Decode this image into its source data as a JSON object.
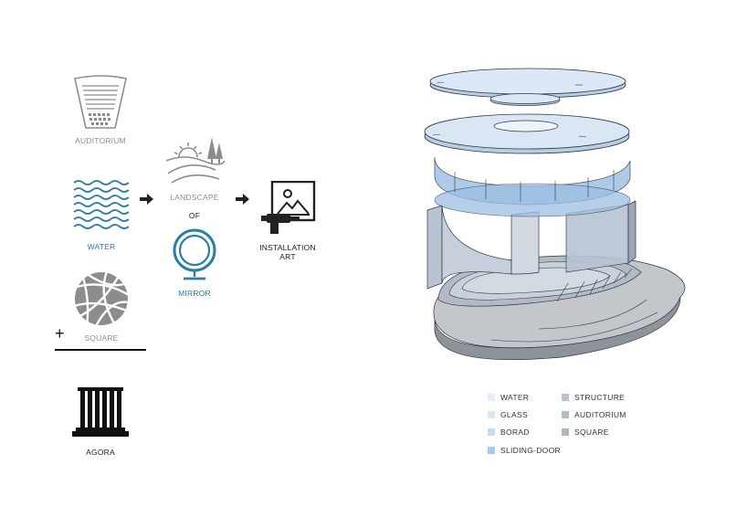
{
  "left": {
    "auditorium": "AUDITORIUM",
    "water": "WATER",
    "square": "SQUARE",
    "plus": "+",
    "agora": "AGORA",
    "landscape": "LANDSCAPE",
    "of": "OF",
    "mirror": "MIRROR",
    "installation_line1": "INSTALLATION",
    "installation_line2": "ART"
  },
  "legend": {
    "col1": [
      {
        "label": "WATER",
        "color": "#dfeef9"
      },
      {
        "label": "GLASS",
        "color": "#d6e7f5"
      },
      {
        "label": "BORAD",
        "color": "#c5daee"
      },
      {
        "label": "SLIDING-DOOR",
        "color": "#a9c9ea"
      }
    ],
    "col2": [
      {
        "label": "STRUCTURE",
        "color": "#b9c4d3"
      },
      {
        "label": "AUDITORIUM",
        "color": "#b3bcc8"
      },
      {
        "label": "SQUARE",
        "color": "#b3b6ba"
      }
    ]
  },
  "colors": {
    "accent_blue": "#2b7fa3",
    "icon_gray": "#8c8c8c",
    "dark": "#222222"
  },
  "icons": [
    "auditorium-icon",
    "water-icon",
    "square-icon",
    "agora-icon",
    "landscape-icon",
    "mirror-icon",
    "installation-icon",
    "arrow-right-icon"
  ]
}
